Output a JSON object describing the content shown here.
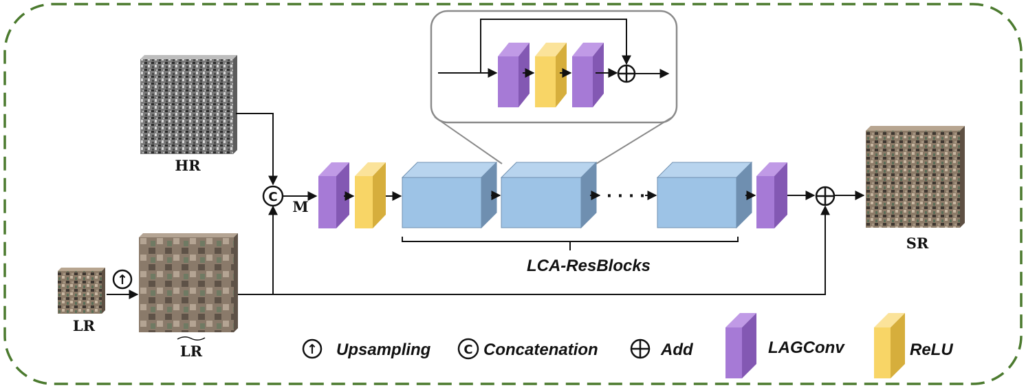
{
  "labels": {
    "hr": "HR",
    "lr": "LR",
    "lr_tilde": "LR",
    "m": "M",
    "sr": "SR",
    "resblocks": "LCA-ResBlocks",
    "ellipsis": "· · · ·"
  },
  "legend": {
    "upsampling": "Upsampling",
    "concatenation": "Concatenation",
    "add": "Add",
    "lagconv": "LAGConv",
    "relu": "ReLU"
  },
  "symbols": {
    "upsample": "↑",
    "concat": "C"
  },
  "colors": {
    "frame": "#4b7a2e",
    "lagconv_front": "#a67ad6",
    "lagconv_side": "#8358b3",
    "relu_front": "#f8d566",
    "relu_side": "#d6ae3c",
    "block_front": "#9dc3e6",
    "block_side": "#6f8fb0",
    "callout": "#8a8a8a"
  }
}
